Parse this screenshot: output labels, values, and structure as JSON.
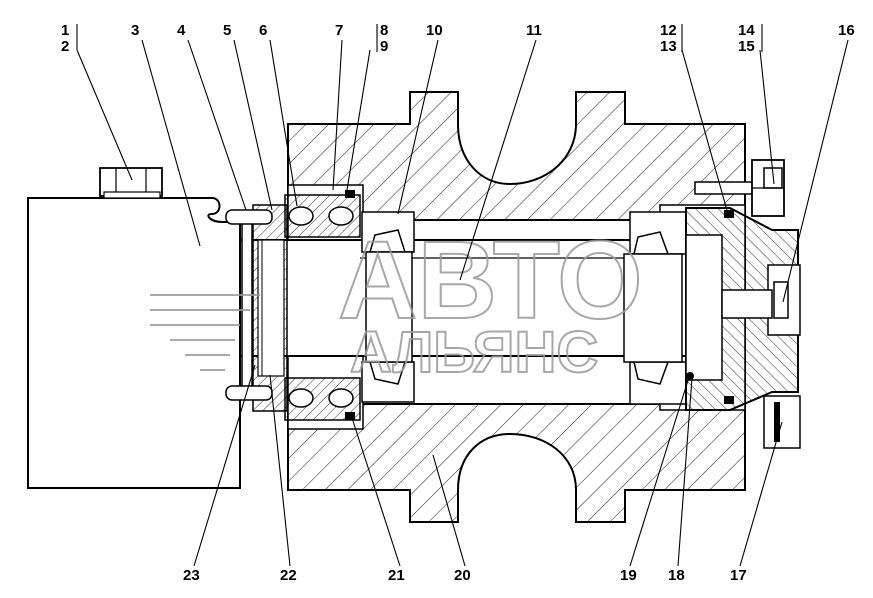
{
  "watermark": {
    "line1": "АВТО",
    "line2": "АЛЬЯНС"
  },
  "callouts": {
    "n1": "1",
    "n2": "2",
    "n3": "3",
    "n4": "4",
    "n5": "5",
    "n6": "6",
    "n7": "7",
    "n8": "8",
    "n9": "9",
    "n10": "10",
    "n11": "11",
    "n12": "12",
    "n13": "13",
    "n14": "14",
    "n15": "15",
    "n16": "16",
    "n17": "17",
    "n18": "18",
    "n19": "19",
    "n20": "20",
    "n21": "21",
    "n22": "22",
    "n23": "23"
  },
  "colors": {
    "line": "#000000",
    "background": "#ffffff",
    "hatch": "#000000",
    "watermark": "#9a9a9a"
  }
}
